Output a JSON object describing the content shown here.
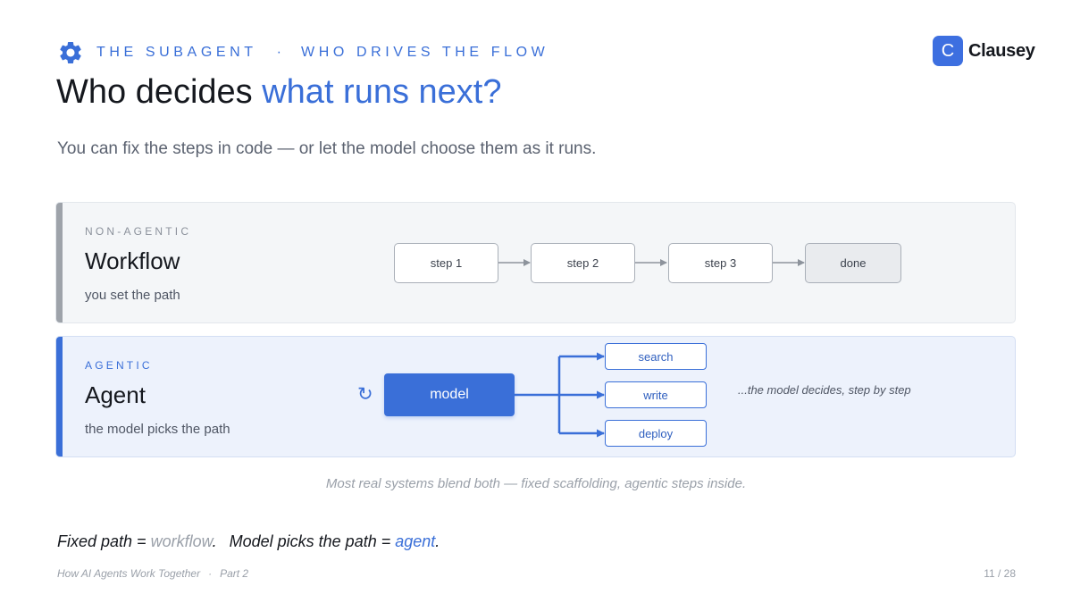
{
  "header": {
    "kicker_left": "THE SUBAGENT",
    "kicker_sep": "·",
    "kicker_right": "WHO DRIVES THE FLOW",
    "kicker_icon": "gear-icon",
    "title_plain": "Who decides ",
    "title_accent": "what runs next?",
    "subtitle": "You can fix the steps in code — or let the model choose them as it runs."
  },
  "brand": {
    "mark": "C",
    "name": "Clausey"
  },
  "workflow": {
    "kicker": "NON-AGENTIC",
    "title": "Workflow",
    "subtitle": "you set the path",
    "steps": [
      "step 1",
      "step 2",
      "step 3",
      "done"
    ]
  },
  "agent": {
    "kicker": "AGENTIC",
    "title": "Agent",
    "subtitle": "the model picks the path",
    "loop_symbol": "↻",
    "model_label": "model",
    "actions": [
      "search",
      "write",
      "deploy"
    ],
    "note": "...the model decides, step by step"
  },
  "caption": "Most real systems blend both — fixed scaffolding, agentic steps inside.",
  "summary": {
    "fixed_prefix": "Fixed path = ",
    "fixed_term": "workflow",
    "fixed_suffix": ".",
    "model_prefix": "Model picks the path = ",
    "model_term": "agent",
    "model_suffix": "."
  },
  "footer": {
    "deck": "How AI Agents Work Together",
    "sep": "·",
    "part": "Part 2",
    "page": "11 / 28"
  },
  "colors": {
    "accent": "#3a6fd8",
    "brand": "#3d6fe0",
    "muted": "#9aa0a9",
    "workflow_bar": "#9ea3aa"
  }
}
